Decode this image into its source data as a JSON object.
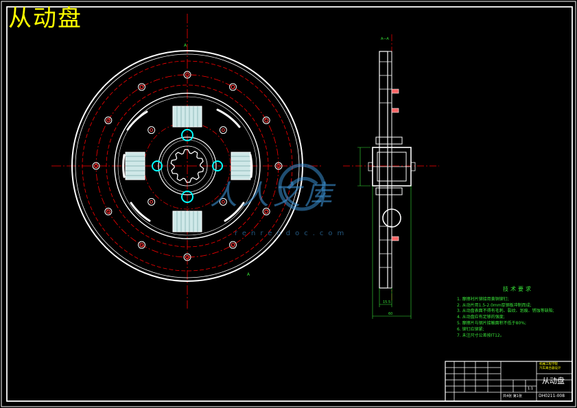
{
  "title": "从动盘",
  "section_label": "A—A",
  "cut_labels": [
    "A",
    "A"
  ],
  "dims": [
    "15.5",
    "60"
  ],
  "watermark": {
    "text": "人人文库",
    "url": "renrendoc.com"
  },
  "tech": {
    "title": "技术要求",
    "items": [
      "1. 摩擦衬片铆接用黄铜铆钉;",
      "2. 从动片用1.5-2.0mm厚钢板冲制而成;",
      "3. 从动盘表面不得有毛刺、裂纹、划痕、锈蚀等缺陷;",
      "4. 从动盘应有足够的强度;",
      "5. 摩擦片与钢片接触面积不低于80%;",
      "6. 铆钉应铆紧;",
      "7. 未注尺寸公差按IT12。"
    ]
  },
  "titleblock": {
    "part_name": "从动盘",
    "school": "机械工程学院",
    "project": "汽车离合器设计",
    "drawing_no": "DH0211-008",
    "scale": "1:1",
    "sheet": "共4张 第1张"
  },
  "colors": {
    "background": "#000000",
    "outline": "#ffffff",
    "centerline": "#ff0000",
    "highlight": "#00ffff",
    "text": "#39e639",
    "title": "#ffff00",
    "watermark": "#3a8fd0"
  }
}
